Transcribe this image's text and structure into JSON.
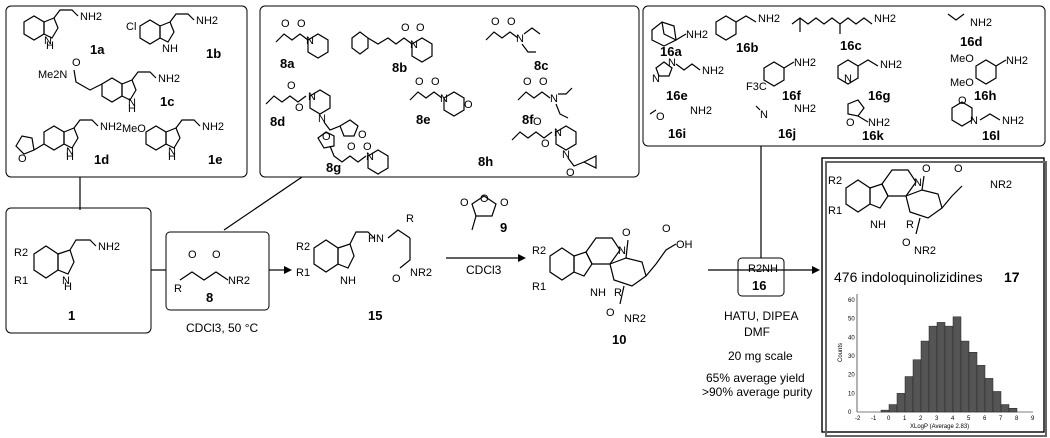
{
  "amines": {
    "a": "1a",
    "b": "1b",
    "c": "1c",
    "d": "1d",
    "e": "1e",
    "core": "1"
  },
  "ketoamides": {
    "a": "8a",
    "b": "8b",
    "c": "8c",
    "d": "8d",
    "e": "8e",
    "f": "8f",
    "g": "8g",
    "h": "8h",
    "core": "8"
  },
  "secondary_amines": {
    "a": "16a",
    "b": "16b",
    "c": "16c",
    "d": "16d",
    "e": "16e",
    "f": "16f",
    "g": "16g",
    "h": "16h",
    "i": "16i",
    "j": "16j",
    "k": "16k",
    "l": "16l",
    "core": "16"
  },
  "intermediates": {
    "enaminone": "15",
    "anhydride": "9",
    "acid": "10"
  },
  "conditions": {
    "step1": "CDCl3, 50 °C",
    "step2": "CDCl3",
    "coupling": "HATU, DIPEA",
    "solvent": "DMF",
    "scale": "20 mg scale",
    "yield": "65% average yield",
    "purity": ">90% average purity"
  },
  "atoms": {
    "nh2": "NH2",
    "nh": "NH",
    "n": "N",
    "o": "O",
    "oh": "OH",
    "r": "R",
    "r1": "R1",
    "r2": "R2",
    "nr2": "NR2",
    "hn": "HN",
    "r2nh": "R2NH",
    "cl": "Cl",
    "meo": "MeO",
    "me2n": "Me2N",
    "f3c": "F3C",
    "h": "H"
  },
  "product": {
    "count_text": "476 indoloquinolizidines",
    "label": "17"
  },
  "chart_data": {
    "type": "bar",
    "title": "",
    "xlabel": "XLogP (Average 2.83)",
    "ylabel": "Counts",
    "xlim": [
      -2,
      9
    ],
    "ylim": [
      0,
      60
    ],
    "x_ticks": [
      -2,
      -1,
      0,
      1,
      2,
      3,
      4,
      5,
      6,
      7,
      8,
      9
    ],
    "y_ticks": [
      0,
      10,
      20,
      30,
      40,
      50,
      60
    ],
    "bins": [
      -0.5,
      0,
      0.5,
      1,
      1.5,
      2,
      2.5,
      3,
      3.5,
      4,
      4.5,
      5,
      5.5,
      6,
      6.5,
      7,
      7.5
    ],
    "bin_width": 0.5,
    "values": [
      1,
      4,
      10,
      19,
      28,
      38,
      46,
      48,
      46,
      51,
      38,
      32,
      25,
      18,
      11,
      4,
      2
    ],
    "grid": false
  }
}
